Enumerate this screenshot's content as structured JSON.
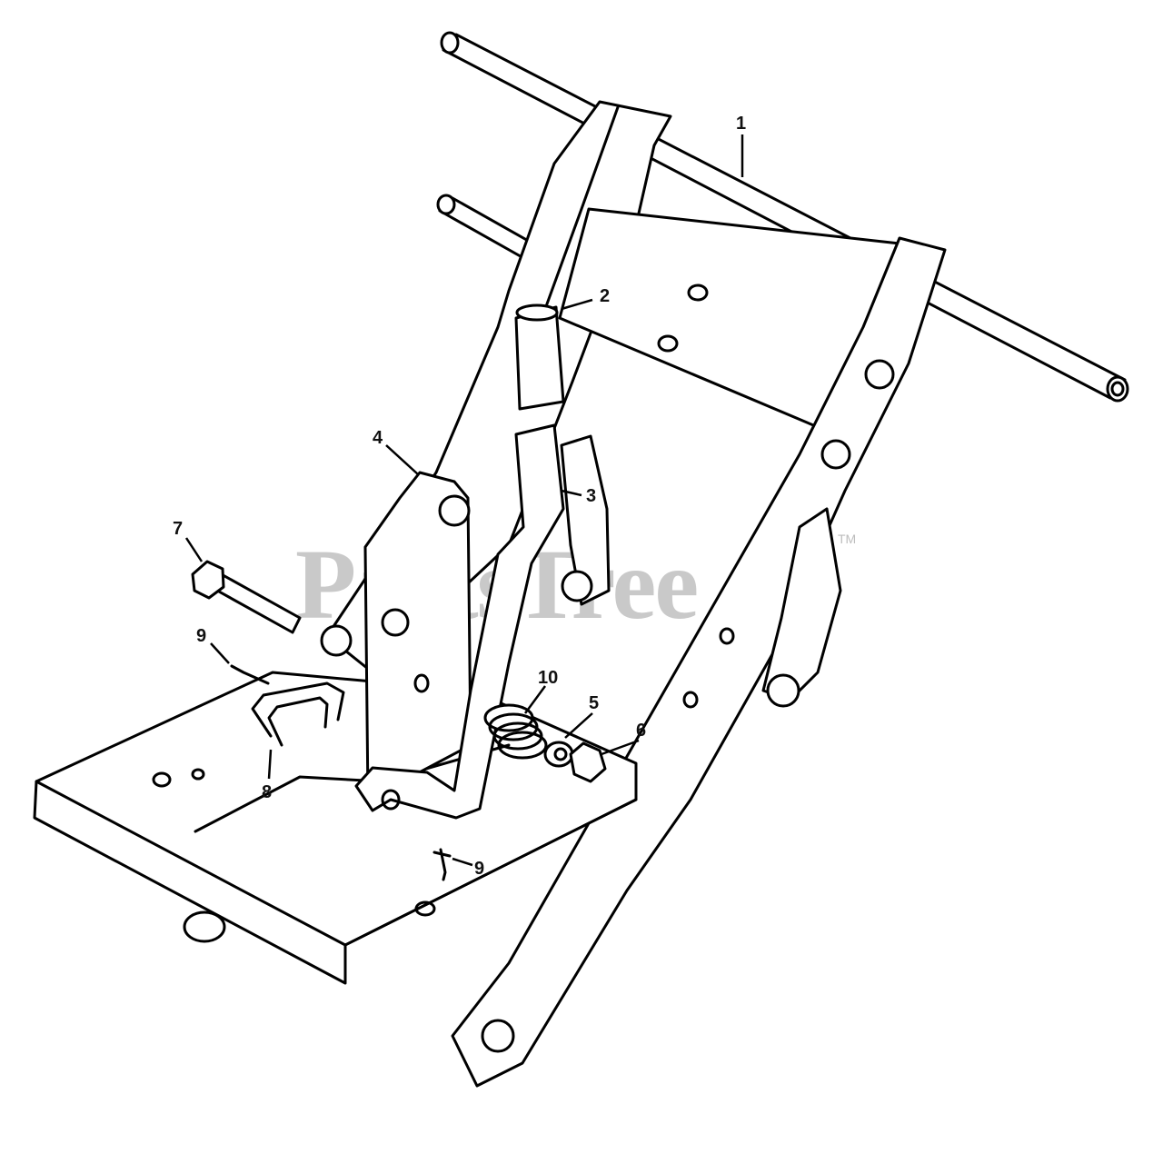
{
  "watermark": {
    "text": "PartsTree",
    "trademark": "TM"
  },
  "callouts": [
    "1",
    "2",
    "3",
    "4",
    "5",
    "6",
    "7",
    "8",
    "9",
    "9",
    "10"
  ]
}
